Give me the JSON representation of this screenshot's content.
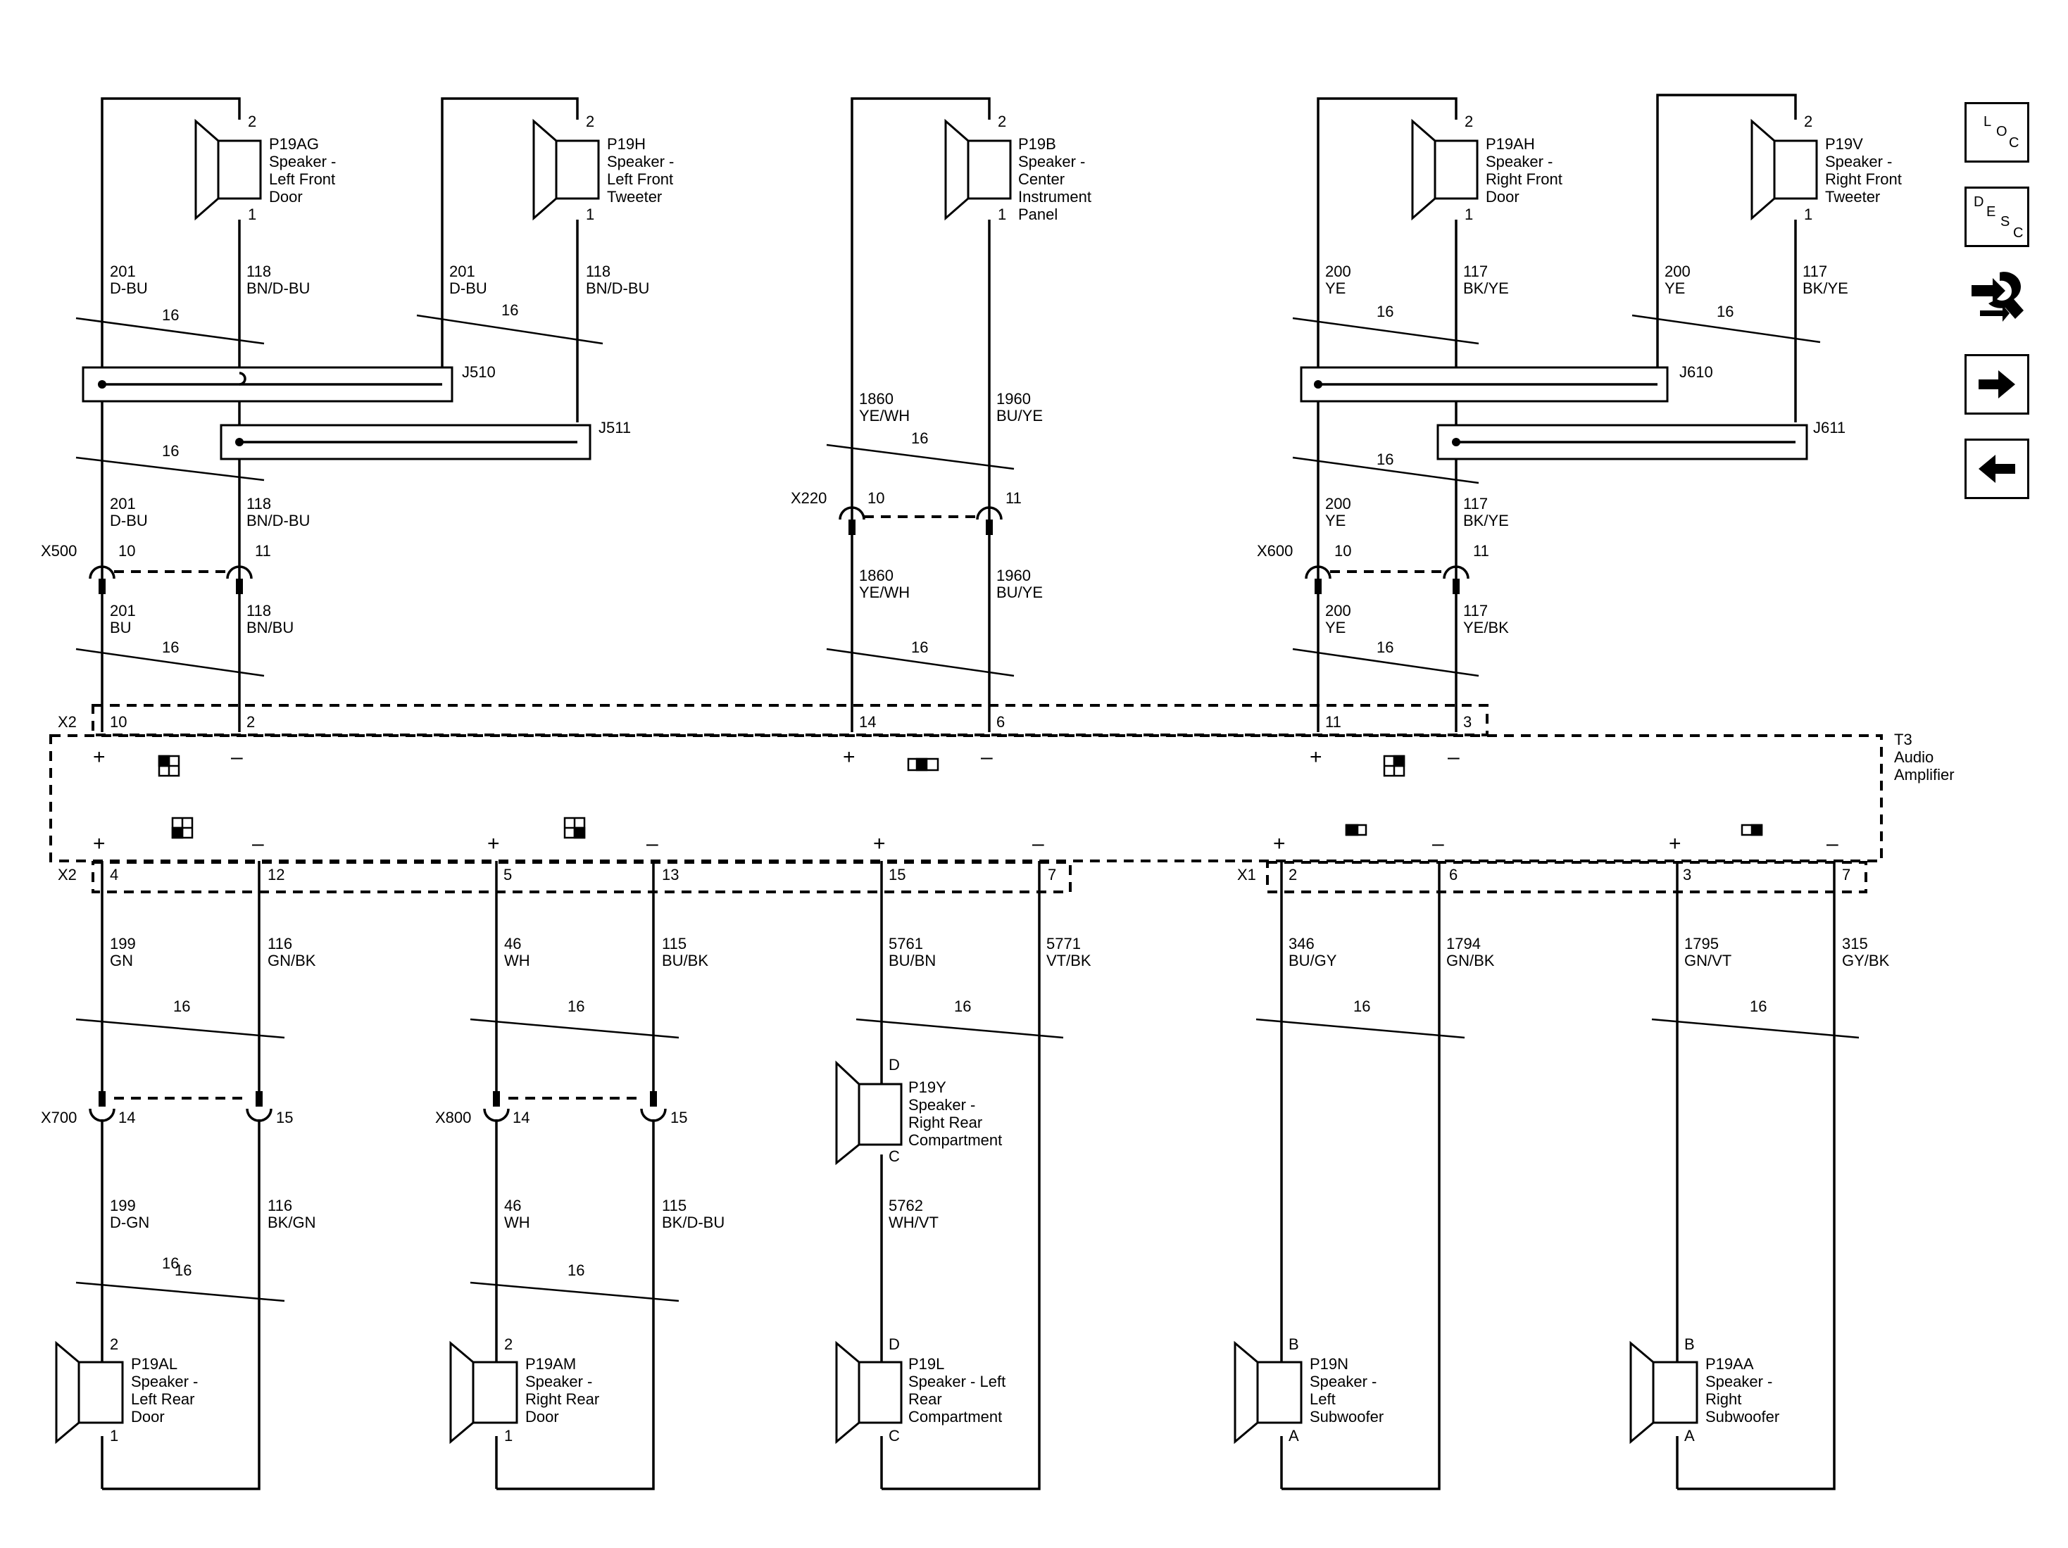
{
  "components": {
    "amplifier": {
      "id": "T3",
      "lines": [
        "Audio",
        "Amplifier"
      ]
    },
    "speakers": [
      {
        "key": "p19ag",
        "id": "P19AG",
        "lines": [
          "Speaker -",
          "Left Front",
          "Door"
        ],
        "pin_top": "2",
        "pin_bottom": "1"
      },
      {
        "key": "p19h",
        "id": "P19H",
        "lines": [
          "Speaker -",
          "Left Front",
          "Tweeter"
        ],
        "pin_top": "2",
        "pin_bottom": "1"
      },
      {
        "key": "p19b",
        "id": "P19B",
        "lines": [
          "Speaker -",
          "Center",
          "Instrument",
          "Panel"
        ],
        "pin_top": "2",
        "pin_bottom": "1"
      },
      {
        "key": "p19ah",
        "id": "P19AH",
        "lines": [
          "Speaker -",
          "Right Front",
          "Door"
        ],
        "pin_top": "2",
        "pin_bottom": "1"
      },
      {
        "key": "p19v",
        "id": "P19V",
        "lines": [
          "Speaker -",
          "Right Front",
          "Tweeter"
        ],
        "pin_top": "2",
        "pin_bottom": "1"
      },
      {
        "key": "p19y",
        "id": "P19Y",
        "lines": [
          "Speaker -",
          "Right Rear",
          "Compartment"
        ],
        "pin_top": "D",
        "pin_bottom": "C"
      },
      {
        "key": "p19al",
        "id": "P19AL",
        "lines": [
          "Speaker -",
          "Left Rear",
          "Door"
        ],
        "pin_top": "2",
        "pin_bottom": "1"
      },
      {
        "key": "p19am",
        "id": "P19AM",
        "lines": [
          "Speaker -",
          "Right Rear",
          "Door"
        ],
        "pin_top": "2",
        "pin_bottom": "1"
      },
      {
        "key": "p19l",
        "id": "P19L",
        "lines": [
          "Speaker - Left",
          "Rear",
          "Compartment"
        ],
        "pin_top": "D",
        "pin_bottom": "C"
      },
      {
        "key": "p19n",
        "id": "P19N",
        "lines": [
          "Speaker -",
          "Left",
          "Subwoofer"
        ],
        "pin_top": "B",
        "pin_bottom": "A"
      },
      {
        "key": "p19aa",
        "id": "P19AA",
        "lines": [
          "Speaker -",
          "Right",
          "Subwoofer"
        ],
        "pin_top": "B",
        "pin_bottom": "A"
      }
    ]
  },
  "splices": [
    "J510",
    "J511",
    "J610",
    "J611"
  ],
  "connectors": [
    {
      "id": "X500",
      "pins": [
        "10",
        "11"
      ]
    },
    {
      "id": "X220",
      "pins": [
        "10",
        "11"
      ]
    },
    {
      "id": "X600",
      "pins": [
        "10",
        "11"
      ]
    },
    {
      "id": "X700",
      "pins": [
        "14",
        "15"
      ]
    },
    {
      "id": "X800",
      "pins": [
        "14",
        "15"
      ]
    },
    {
      "id": "X2",
      "pins": [
        "10",
        "2",
        "14",
        "6",
        "11",
        "3"
      ]
    },
    {
      "id": "X2",
      "pins": [
        "4",
        "12",
        "5",
        "13",
        "15",
        "7"
      ]
    },
    {
      "id": "X1",
      "pins": [
        "2",
        "6",
        "3",
        "7"
      ]
    }
  ],
  "wires": [
    {
      "circuit": "201",
      "color": "D-BU"
    },
    {
      "circuit": "118",
      "color": "BN/D-BU"
    },
    {
      "circuit": "201",
      "color": "D-BU"
    },
    {
      "circuit": "118",
      "color": "BN/D-BU"
    },
    {
      "circuit": "201",
      "color": "D-BU"
    },
    {
      "circuit": "118",
      "color": "BN/D-BU"
    },
    {
      "circuit": "201",
      "color": "BU"
    },
    {
      "circuit": "118",
      "color": "BN/BU"
    },
    {
      "circuit": "1860",
      "color": "YE/WH"
    },
    {
      "circuit": "1960",
      "color": "BU/YE"
    },
    {
      "circuit": "1860",
      "color": "YE/WH"
    },
    {
      "circuit": "1960",
      "color": "BU/YE"
    },
    {
      "circuit": "200",
      "color": "YE"
    },
    {
      "circuit": "117",
      "color": "BK/YE"
    },
    {
      "circuit": "200",
      "color": "YE"
    },
    {
      "circuit": "117",
      "color": "BK/YE"
    },
    {
      "circuit": "200",
      "color": "YE"
    },
    {
      "circuit": "117",
      "color": "BK/YE"
    },
    {
      "circuit": "200",
      "color": "YE"
    },
    {
      "circuit": "117",
      "color": "YE/BK"
    },
    {
      "circuit": "199",
      "color": "GN"
    },
    {
      "circuit": "116",
      "color": "GN/BK"
    },
    {
      "circuit": "46",
      "color": "WH"
    },
    {
      "circuit": "115",
      "color": "BU/BK"
    },
    {
      "circuit": "5761",
      "color": "BU/BN"
    },
    {
      "circuit": "5771",
      "color": "VT/BK"
    },
    {
      "circuit": "346",
      "color": "BU/GY"
    },
    {
      "circuit": "1794",
      "color": "GN/BK"
    },
    {
      "circuit": "1795",
      "color": "GN/VT"
    },
    {
      "circuit": "315",
      "color": "GY/BK"
    },
    {
      "circuit": "199",
      "color": "D-GN"
    },
    {
      "circuit": "116",
      "color": "BK/GN"
    },
    {
      "circuit": "46",
      "color": "WH"
    },
    {
      "circuit": "115",
      "color": "BK/D-BU"
    },
    {
      "circuit": "5762",
      "color": "WH/VT"
    }
  ],
  "gauge": "16",
  "gauge_overlap": "16",
  "polarity": {
    "plus": "+",
    "minus": "–"
  },
  "nav": {
    "loc": [
      "L",
      "O",
      "C"
    ],
    "desc": [
      "D",
      "E",
      "S",
      "C"
    ],
    "service_icon": "wrench-arrows-icon",
    "next_icon": "arrow-right-icon",
    "prev_icon": "arrow-left-icon"
  }
}
